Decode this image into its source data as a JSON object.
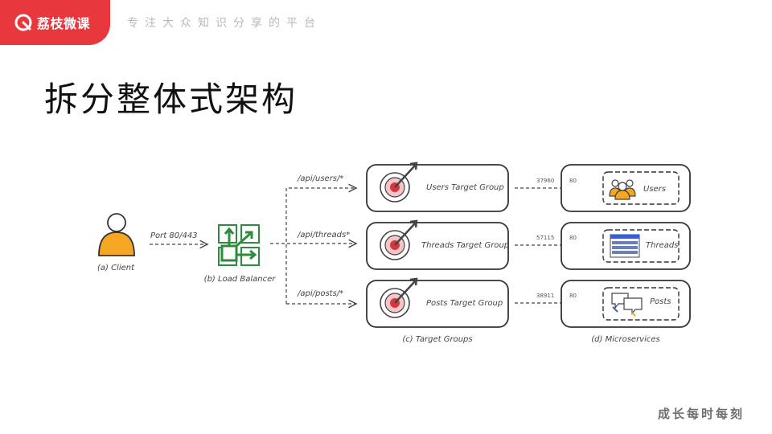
{
  "header": {
    "brand_name": "荔枝微课",
    "slogan": "专注大众知识分享的平台"
  },
  "page": {
    "title": "拆分整体式架构",
    "footer_tagline": "成长每时每刻"
  },
  "diagram": {
    "client_label": "(a) Client",
    "port_label": "Port 80/443",
    "load_balancer_label": "(b) Load Balancer",
    "target_groups_label": "(c) Target Groups",
    "microservices_label": "(d) Microservices",
    "routes": [
      {
        "path": "/api/users/*",
        "target_group": "Users Target Group",
        "port_in": "37960",
        "port_out": "80",
        "service": "Users"
      },
      {
        "path": "/api/threads*",
        "target_group": "Threads Target Group",
        "port_in": "57115",
        "port_out": "80",
        "service": "Threads"
      },
      {
        "path": "/api/posts/*",
        "target_group": "Posts Target Group",
        "port_in": "38911",
        "port_out": "80",
        "service": "Posts"
      }
    ],
    "colors": {
      "brand_red": "#e8383d",
      "client_orange": "#f5a623",
      "load_balancer_green": "#2e8b3d",
      "target_red": "#d9363e"
    },
    "icons": {
      "client": "user-icon",
      "load_balancer": "load-balancer-icon",
      "target_group": "target-icon",
      "users_service": "users-group-icon",
      "threads_service": "threads-list-icon",
      "posts_service": "chat-bubbles-icon"
    }
  }
}
